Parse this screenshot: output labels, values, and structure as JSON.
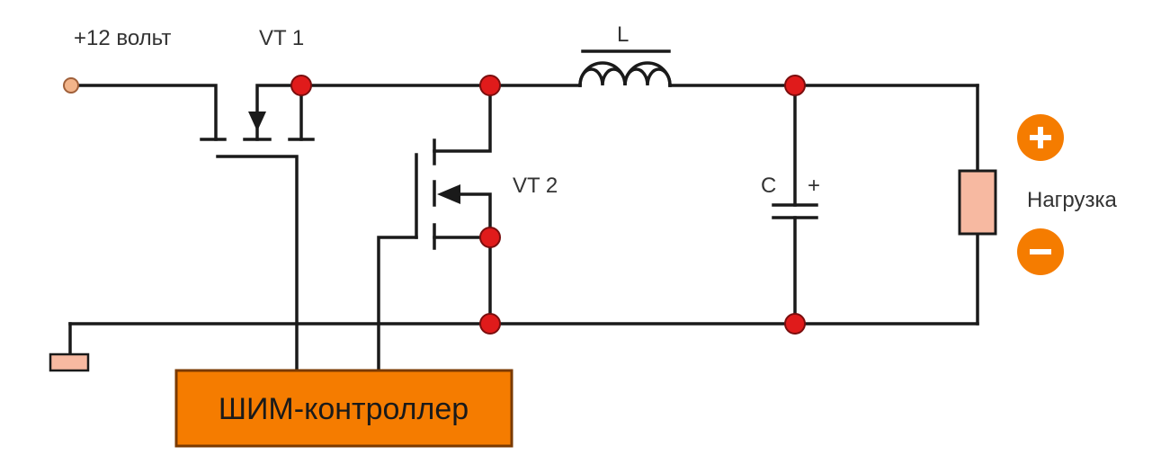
{
  "labels": {
    "input_voltage": "+12 вольт",
    "vt1": "VT 1",
    "vt2": "VT 2",
    "inductor": "L",
    "capacitor": "C",
    "capacitor_polarity": "+",
    "load": "Нагрузка",
    "controller": "ШИМ-контроллер"
  },
  "terminals": {
    "plus": "+",
    "minus": "−"
  },
  "colors": {
    "wire": "#1a1a1a",
    "node": "#e01b1b",
    "controller_fill": "#f57c00",
    "load_fill": "#f7b9a1",
    "terminal_fill": "#f57c00",
    "ground_fill": "#f7b9a1",
    "input_terminal": "#f2b48a"
  },
  "icons": {
    "polarity_plus": "plus-circle-icon",
    "polarity_minus": "minus-circle-icon",
    "ground": "ground-icon"
  }
}
